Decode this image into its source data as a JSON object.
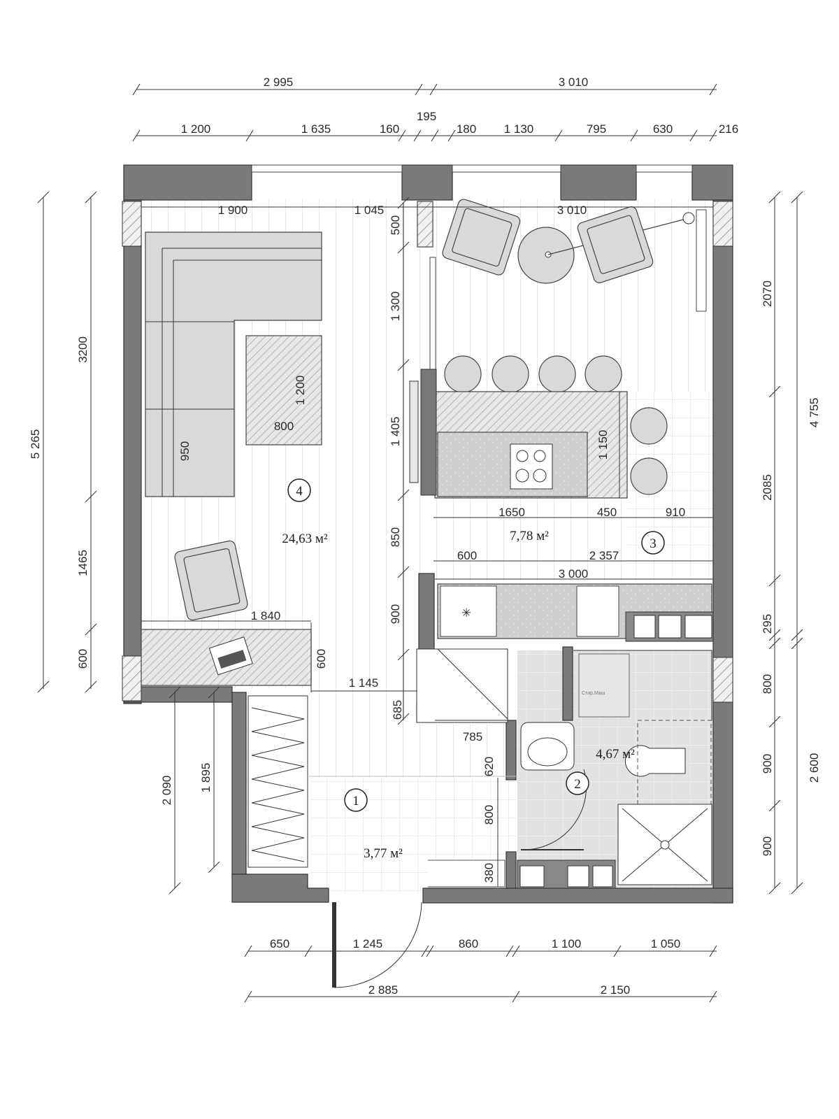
{
  "dimensions": {
    "top_outer": [
      "2 995",
      "3 010"
    ],
    "top_inner": [
      "1 200",
      "1 635",
      "160",
      "195",
      "180",
      "1 130",
      "795",
      "630",
      "216"
    ],
    "left_outer": [
      "5 265"
    ],
    "left_inner": [
      "3200",
      "1465",
      "600"
    ],
    "left_lower": [
      "2 090",
      "1 895"
    ],
    "right_outer": [
      "4 755",
      "2 600"
    ],
    "right_inner": [
      "2070",
      "2085",
      "295",
      "800",
      "900",
      "900"
    ],
    "interior": {
      "d_1900": "1 900",
      "d_1045": "1 045",
      "d_3010": "3 010",
      "d_500": "500",
      "d_1300": "1 300",
      "d_1405": "1 405",
      "d_850": "850",
      "d_900": "900",
      "d_1200": "1 200",
      "d_800": "800",
      "d_950": "950",
      "d_1840": "1 840",
      "d_600v": "600",
      "d_1145": "1 145",
      "d_685": "685",
      "d_1150": "1 150",
      "d_1650": "1650",
      "d_450": "450",
      "d_910": "910",
      "d_600h": "600",
      "d_2357": "2 357",
      "d_3000": "3 000",
      "d_785": "785",
      "d_620": "620",
      "d_800b": "800",
      "d_380": "380"
    },
    "bottom_inner": [
      "650",
      "1 245",
      "860",
      "1 100",
      "1 050"
    ],
    "bottom_outer": [
      "2 885",
      "2 150"
    ]
  },
  "rooms": [
    {
      "number": "1",
      "area": "3,77 м²"
    },
    {
      "number": "2",
      "area": "4,67 м²"
    },
    {
      "number": "3",
      "area": "7,78 м²"
    },
    {
      "number": "4",
      "area": "24,63 м²"
    }
  ],
  "colors": {
    "wall": "#7a7a7a",
    "furniture": "#d9d9d9",
    "line": "#333333"
  }
}
